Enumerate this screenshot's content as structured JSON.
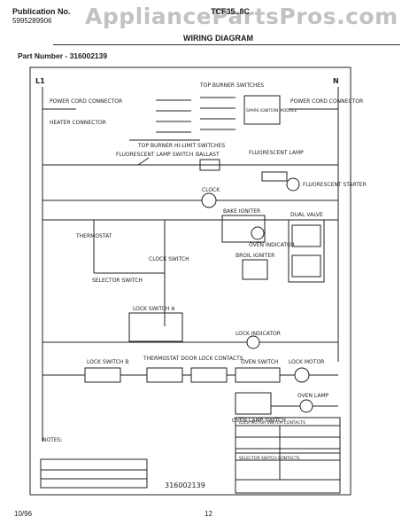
{
  "header": {
    "publication_label": "Publication No.",
    "publication_number": "5995289906",
    "model": "TCF35..8C",
    "watermark": "AppliancePartsPros.com",
    "title": "WIRING DIAGRAM",
    "part_number": "Part Number - 316002139"
  },
  "footer": {
    "date": "10/96",
    "page": "12"
  },
  "diagram": {
    "l1": "L1",
    "n": "N",
    "labels": {
      "power_cord_left": "POWER CORD CONNECTOR",
      "heater_connector": "HEATER CONNECTOR",
      "top_burner_switches": "TOP BURNER SWITCHES",
      "top_burner_hi": "TOP BURNER HI-LIMIT SWITCHES",
      "spark_module": "SPARK IGNITION MODULE",
      "power_cord_right": "POWER CORD CONNECTOR",
      "fluorescent_switch": "FLUORESCENT LAMP SWITCH",
      "ballast": "BALLAST",
      "fluorescent_lamp": "FLUORESCENT LAMP",
      "fluorescent_starter": "FLUORESCENT STARTER",
      "clock": "CLOCK",
      "thermostat": "THERMOSTAT",
      "selector_switch": "SELECTOR SWITCH",
      "clock_switch": "CLOCK SWITCH",
      "bake_igniter": "BAKE IGNITER",
      "broil_igniter": "BROIL IGNITER",
      "oven_indicator": "OVEN INDICATOR",
      "dual_valve": "DUAL VALVE",
      "lock_switch_a": "LOCK SWITCH A",
      "lock_indicator": "LOCK INDICATOR",
      "lock_switch_b": "LOCK SWITCH B",
      "thermostat_door_lock": "THERMOSTAT DOOR LOCK CONTACTS",
      "lock_motor": "LOCK MOTOR",
      "oven_switch": "OVEN SWITCH",
      "oven_lamp_switch": "OVEN LAMP SWITCH",
      "oven_lamp": "OVEN LAMP",
      "notes_title": "NOTES:",
      "drawing_number": "316002139",
      "lock_table_title": "LOCK MOTOR SWITCH CONTACTS",
      "selector_table_title": "SELECTOR SWITCH CONTACTS"
    }
  }
}
